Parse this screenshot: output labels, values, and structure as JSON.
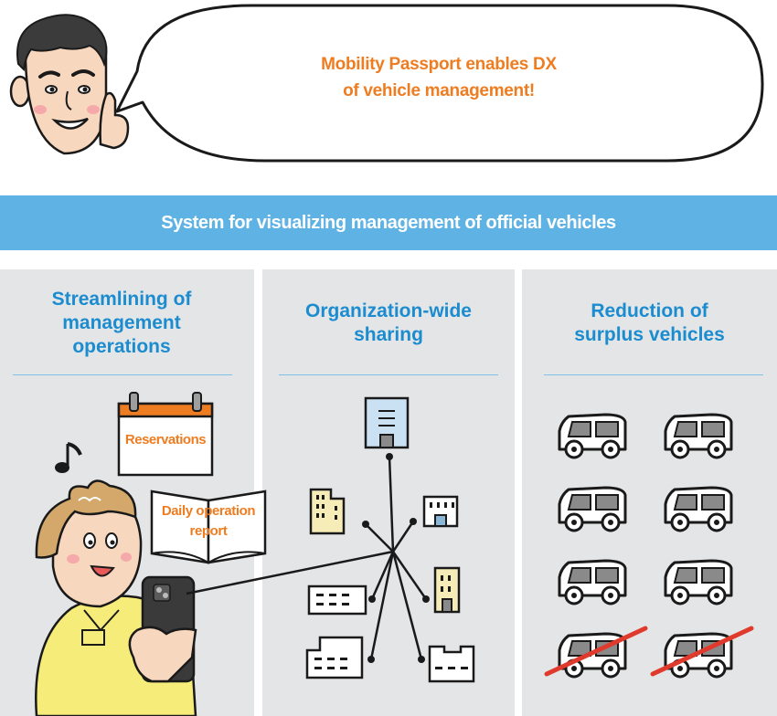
{
  "speech": {
    "line1": "Mobility Passport enables DX",
    "line2": "of vehicle management!"
  },
  "banner": {
    "title": "System for visualizing management of official vehicles"
  },
  "panels": [
    {
      "title_lines": [
        "Streamlining of",
        "management",
        "operations"
      ]
    },
    {
      "title_lines": [
        "Organization-wide",
        "sharing"
      ]
    },
    {
      "title_lines": [
        "Reduction of",
        "surplus vehicles"
      ]
    }
  ],
  "illustrations": {
    "calendar_label": "Reservations",
    "report_label_line1": "Daily operation",
    "report_label_line2": "report"
  },
  "vehicles": {
    "total": 8,
    "crossed_out": 2
  },
  "colors": {
    "accent_orange": "#ee7d22",
    "title_blue": "#1b8ccf",
    "banner_blue": "#5fb3e4",
    "panel_gray": "#e4e5e7",
    "cross_red": "#e03a2c",
    "shirt_yellow": "#f6ec7a"
  }
}
